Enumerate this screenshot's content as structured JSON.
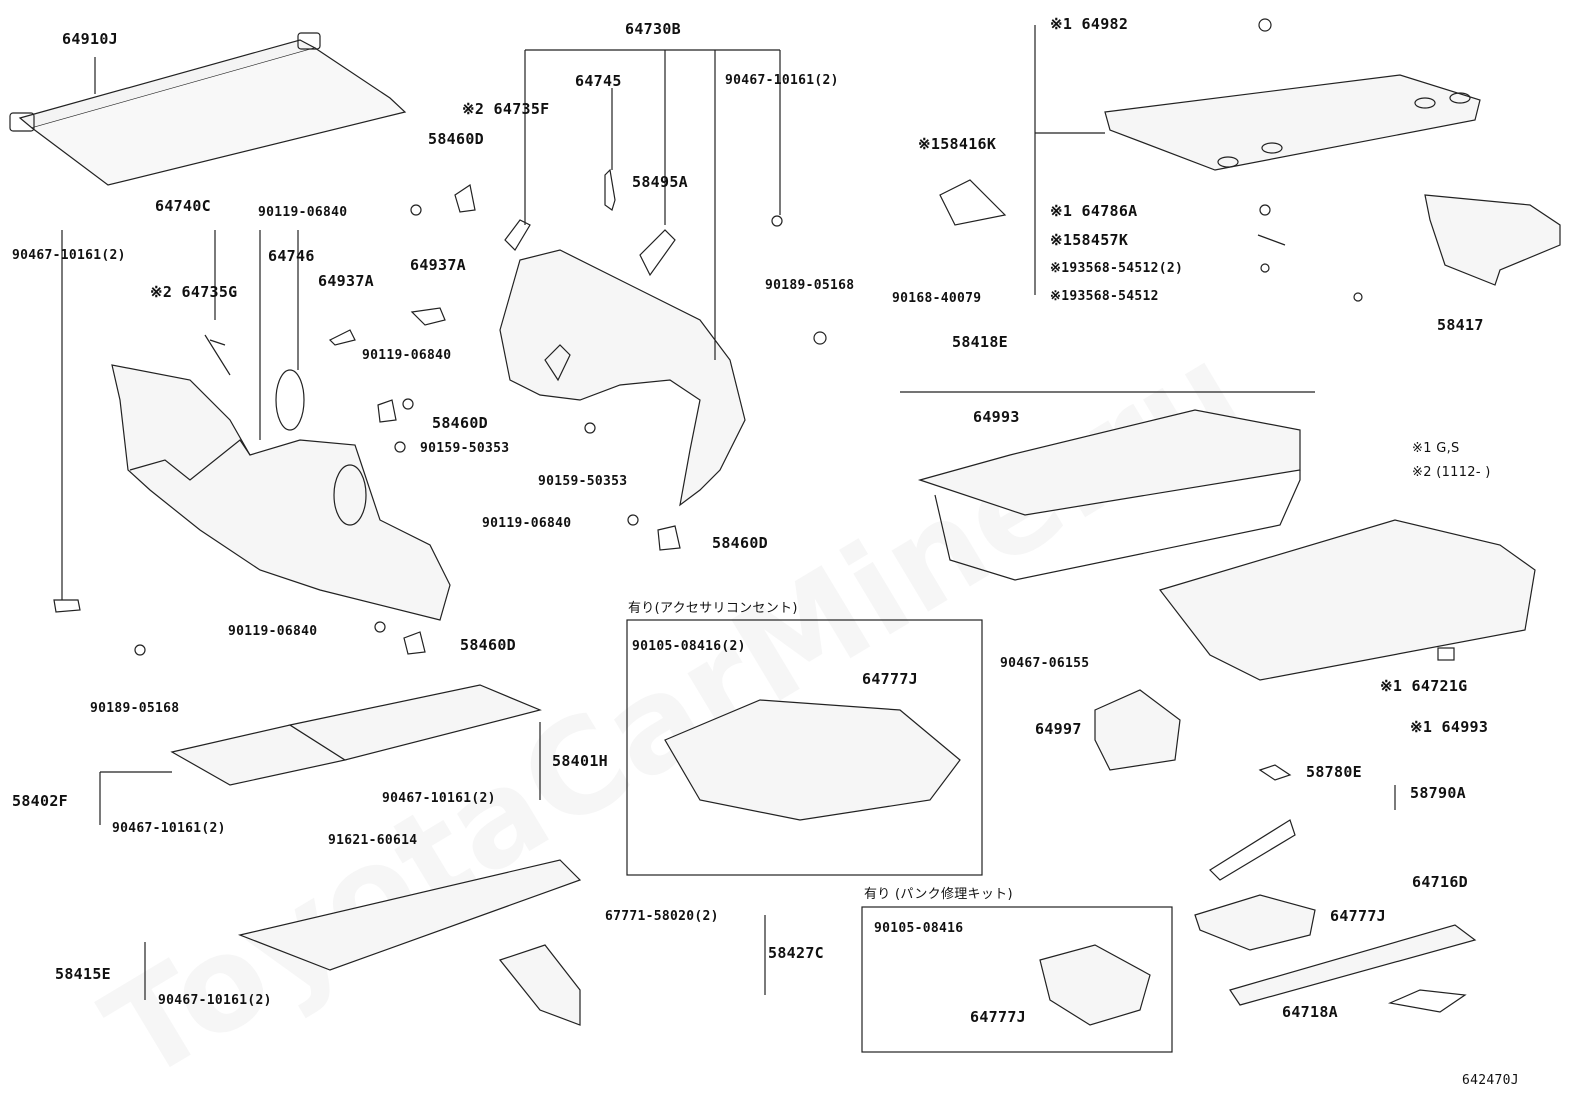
{
  "watermark": "ToyotaCarMine.ru",
  "figure_id": "642470J",
  "notes": {
    "n1": "※1 G,S",
    "n2": "※2 (1112-       )"
  },
  "boxes": {
    "accessory_outlet": "有り(アクセサリコンセント)",
    "puncture_kit": "有り (パンク修理キット)"
  },
  "labels": [
    {
      "id": "p64910J",
      "text": "64910J"
    },
    {
      "id": "p64740C",
      "text": "64740C"
    },
    {
      "id": "p90467a",
      "text": "90467-10161(2)"
    },
    {
      "id": "p64735G",
      "text": "※2 64735G"
    },
    {
      "id": "p64746",
      "text": "64746"
    },
    {
      "id": "p64937A",
      "text": "64937A"
    },
    {
      "id": "p64937A2",
      "text": "64937A"
    },
    {
      "id": "p58460Da",
      "text": "58460D"
    },
    {
      "id": "p90119a",
      "text": "90119-06840"
    },
    {
      "id": "p64735F",
      "text": "※2 64735F"
    },
    {
      "id": "p64730B",
      "text": "64730B"
    },
    {
      "id": "p64745",
      "text": "64745"
    },
    {
      "id": "p90467b",
      "text": "90467-10161(2)"
    },
    {
      "id": "p58495A",
      "text": "58495A"
    },
    {
      "id": "p90189a",
      "text": "90189-05168"
    },
    {
      "id": "p90119b",
      "text": "90119-06840"
    },
    {
      "id": "p58460Db",
      "text": "58460D"
    },
    {
      "id": "p90159a",
      "text": "90159-50353"
    },
    {
      "id": "p90159b",
      "text": "90159-50353"
    },
    {
      "id": "p90119c",
      "text": "90119-06840"
    },
    {
      "id": "p58460Dc",
      "text": "58460D"
    },
    {
      "id": "p90119d",
      "text": "90119-06840"
    },
    {
      "id": "p58460Dd",
      "text": "58460D"
    },
    {
      "id": "p90189b",
      "text": "90189-05168"
    },
    {
      "id": "p64982",
      "text": "※1 64982"
    },
    {
      "id": "p58416K",
      "text": "※158416K"
    },
    {
      "id": "p64786A",
      "text": "※1 64786A"
    },
    {
      "id": "p58457K",
      "text": "※158457K"
    },
    {
      "id": "p93568a",
      "text": "※193568-54512(2)"
    },
    {
      "id": "p93568b",
      "text": "※193568-54512"
    },
    {
      "id": "p58417",
      "text": "58417"
    },
    {
      "id": "p90168",
      "text": "90168-40079"
    },
    {
      "id": "p58418E",
      "text": "58418E"
    },
    {
      "id": "p64993a",
      "text": "64993"
    },
    {
      "id": "p64721G",
      "text": "※1 64721G"
    },
    {
      "id": "p64993b",
      "text": "※1 64993"
    },
    {
      "id": "p90467c",
      "text": "90467-06155"
    },
    {
      "id": "p64997",
      "text": "64997"
    },
    {
      "id": "p58780E",
      "text": "58780E"
    },
    {
      "id": "p58790A",
      "text": "58790A"
    },
    {
      "id": "p64716D",
      "text": "64716D"
    },
    {
      "id": "p64777Ja",
      "text": "64777J"
    },
    {
      "id": "p64718A",
      "text": "64718A"
    },
    {
      "id": "p90105a",
      "text": "90105-08416(2)"
    },
    {
      "id": "p64777Jb",
      "text": "64777J"
    },
    {
      "id": "p90105b",
      "text": "90105-08416"
    },
    {
      "id": "p64777Jc",
      "text": "64777J"
    },
    {
      "id": "p58401H",
      "text": "58401H"
    },
    {
      "id": "p58402F",
      "text": "58402F"
    },
    {
      "id": "p90467d",
      "text": "90467-10161(2)"
    },
    {
      "id": "p90467e",
      "text": "90467-10161(2)"
    },
    {
      "id": "p91621",
      "text": "91621-60614"
    },
    {
      "id": "p67771",
      "text": "67771-58020(2)"
    },
    {
      "id": "p58427C",
      "text": "58427C"
    },
    {
      "id": "p58415E",
      "text": "58415E"
    },
    {
      "id": "p90467f",
      "text": "90467-10161(2)"
    }
  ]
}
